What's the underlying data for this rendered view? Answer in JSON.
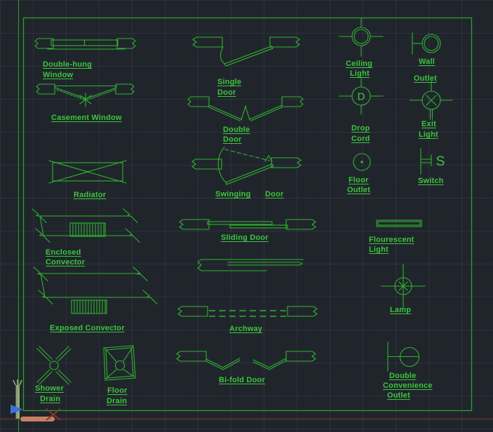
{
  "canvas": {
    "background": "#20252c",
    "grid_color": "#2b313c",
    "entity_color": "#2fb32f",
    "label_color": "#3cc53c",
    "border_color": "#2f9e2f",
    "baseline_color": "#6a2e2e"
  },
  "ucs_icon": {
    "x_axis_color": "#c77f63",
    "y_axis_color": "#9fb98c",
    "arrow_color": "#3f6fd8",
    "marker_color": "#8c3434"
  },
  "symbols": {
    "double_hung_window": {
      "label": [
        "Double-hung",
        "Window"
      ]
    },
    "casement_window": {
      "label": [
        "Casement Window"
      ]
    },
    "radiator": {
      "label": [
        "Radiator"
      ]
    },
    "enclosed_convector": {
      "label": [
        "Enclosed",
        "Convector"
      ]
    },
    "exposed_convector": {
      "label": [
        "Exposed Convector"
      ]
    },
    "shower_drain": {
      "label": [
        "Shower",
        "Drain"
      ]
    },
    "floor_drain": {
      "label": [
        "Floor",
        "Drain"
      ]
    },
    "single_door": {
      "label": [
        "Single",
        "Door"
      ]
    },
    "double_door": {
      "label": [
        "Double",
        "Door"
      ]
    },
    "swinging_door": {
      "label_left": "Swinging",
      "label_right": "Door"
    },
    "sliding_door": {
      "label": [
        "Sliding Door"
      ]
    },
    "archway": {
      "label": [
        "Archway"
      ]
    },
    "bifold_door": {
      "label": [
        "Bi-fold Door"
      ]
    },
    "ceiling_light": {
      "label": [
        "Ceiling",
        "Light"
      ]
    },
    "wall_outlet": {
      "label": [
        "Wall",
        "Outlet"
      ]
    },
    "drop_cord": {
      "label": [
        "Drop",
        "Cord"
      ],
      "letter": "D"
    },
    "exit_light": {
      "label": [
        "Exit",
        "Light"
      ]
    },
    "floor_outlet": {
      "label": [
        "Floor",
        "Outlet"
      ]
    },
    "switch": {
      "label": [
        "Switch"
      ],
      "letter": "S"
    },
    "flourescent_light": {
      "label": [
        "Flourescent",
        "Light"
      ]
    },
    "lamp": {
      "label": [
        "Lamp"
      ]
    },
    "double_convenience_outlet": {
      "label": [
        "Double",
        "Convenience",
        "Outlet"
      ]
    }
  }
}
